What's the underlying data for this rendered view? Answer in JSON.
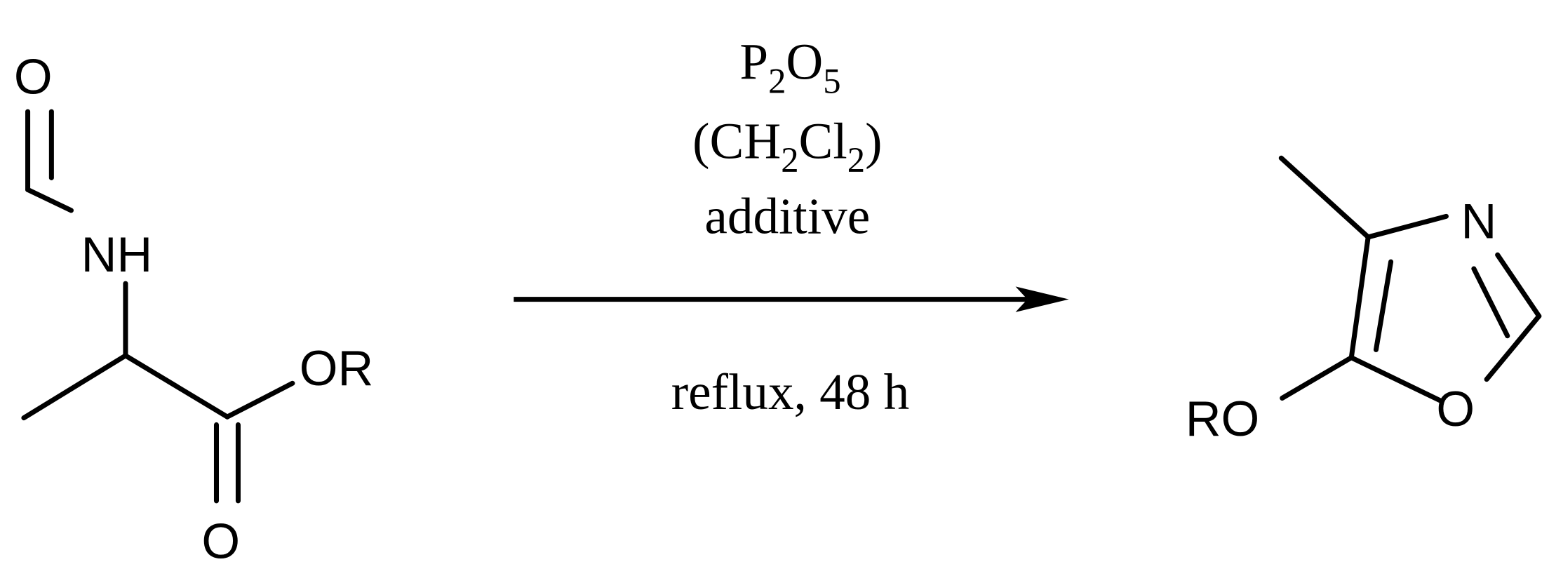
{
  "figure": {
    "type": "reaction-scheme",
    "background": "#ffffff",
    "ink_color": "#000000"
  },
  "reactant": {
    "name": "N-formyl alanine ester",
    "labels": {
      "formyl_O": "O",
      "NH": "NH",
      "ester_OR": "OR",
      "carbonyl_O": "O"
    }
  },
  "arrow": {
    "direction": "right",
    "above": {
      "reagent_P": "P",
      "reagent_P_sub": "2",
      "reagent_O": "O",
      "reagent_O_sub": "5",
      "solvent_open": "(CH",
      "solvent_sub1": "2",
      "solvent_Cl": "Cl",
      "solvent_sub2": "2",
      "solvent_close": ")",
      "additive": "additive"
    },
    "below": {
      "conditions": "reflux, 48 h"
    }
  },
  "product": {
    "name": "5-alkoxy-4-methyloxazole",
    "labels": {
      "ring_N": "N",
      "ring_O": "O",
      "RO": "RO"
    }
  }
}
